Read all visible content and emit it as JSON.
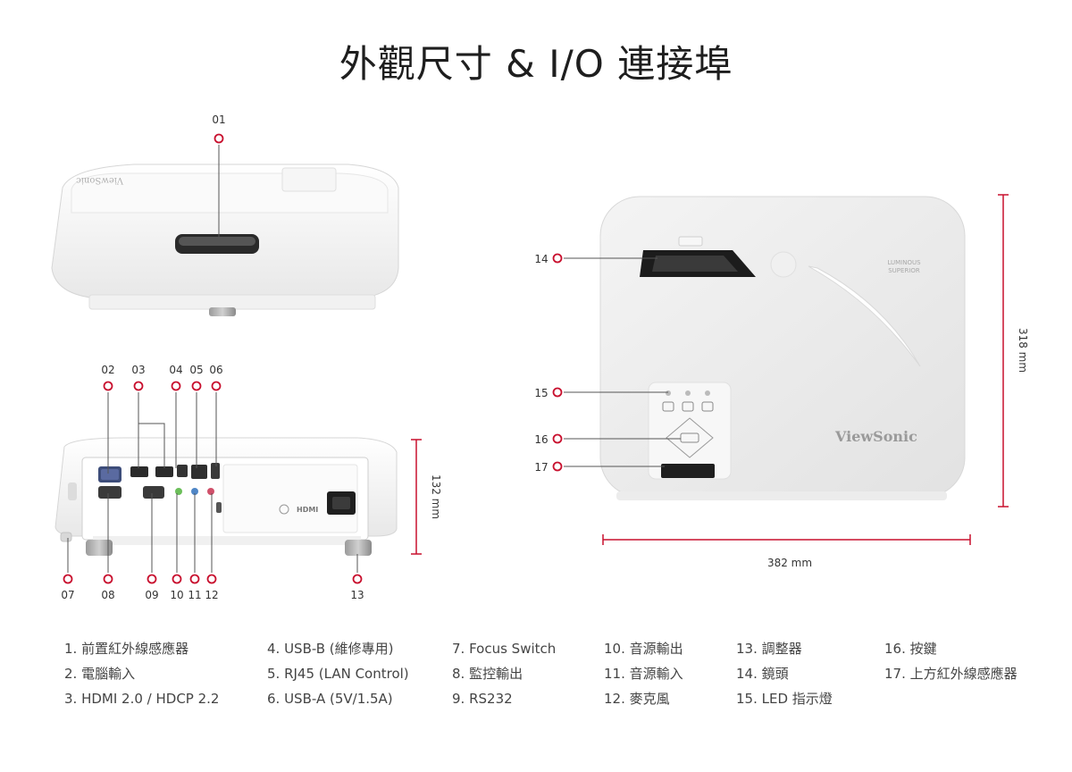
{
  "title": "外觀尺寸 & I/O 連接埠",
  "accent_color": "#c8102e",
  "logo_text": "ViewSonic",
  "badge": [
    "LUMINOUS",
    "SUPERIOR"
  ],
  "hdmi_logo": "HDMI",
  "dimensions": {
    "height": "132 mm",
    "depth": "318 mm",
    "width": "382 mm"
  },
  "callouts": [
    {
      "id": "01",
      "label": "01"
    },
    {
      "id": "02",
      "label": "02"
    },
    {
      "id": "03",
      "label": "03"
    },
    {
      "id": "04",
      "label": "04"
    },
    {
      "id": "05",
      "label": "05"
    },
    {
      "id": "06",
      "label": "06"
    },
    {
      "id": "07",
      "label": "07"
    },
    {
      "id": "08",
      "label": "08"
    },
    {
      "id": "09",
      "label": "09"
    },
    {
      "id": "10",
      "label": "10"
    },
    {
      "id": "11",
      "label": "11"
    },
    {
      "id": "12",
      "label": "12"
    },
    {
      "id": "13",
      "label": "13"
    },
    {
      "id": "14",
      "label": "14"
    },
    {
      "id": "15",
      "label": "15"
    },
    {
      "id": "16",
      "label": "16"
    },
    {
      "id": "17",
      "label": "17"
    }
  ],
  "legend": [
    [
      "1. 前置紅外線感應器",
      "2. 電腦輸入",
      "3. HDMI 2.0 / HDCP 2.2"
    ],
    [
      "4. USB-B (維修專用)",
      "5. RJ45 (LAN Control)",
      "6. USB-A (5V/1.5A)"
    ],
    [
      "7. Focus Switch",
      "8. 監控輸出",
      "9. RS232"
    ],
    [
      "10. 音源輸出",
      "11. 音源輸入",
      "12. 麥克風"
    ],
    [
      "13. 調整器",
      "14. 鏡頭",
      "15. LED 指示燈"
    ],
    [
      "16. 按鍵",
      "17. 上方紅外線感應器"
    ]
  ]
}
